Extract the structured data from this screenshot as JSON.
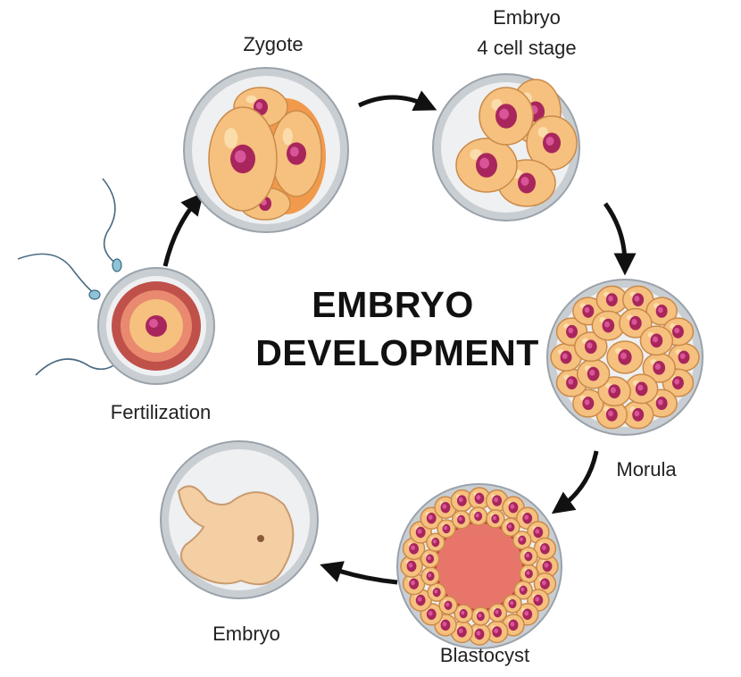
{
  "title": {
    "line1": "EMBRYO",
    "line2": "DEVELOPMENT"
  },
  "stages": [
    {
      "label": "Fertilization"
    },
    {
      "label": "Zygote"
    },
    {
      "label": "Embryo",
      "sublabel": "4 cell stage"
    },
    {
      "label": "Morula"
    },
    {
      "label": "Blastocyst"
    },
    {
      "label": "Embryo"
    }
  ],
  "colors": {
    "shell": "#c9ced3",
    "shell_inner": "#eef0f2",
    "cell": "#f6c07e",
    "cell_light": "#fbdcab",
    "nucleus": "#a8265c",
    "nucleus_light": "#d9559a",
    "cavity": "#e8756a",
    "arrow": "#111111",
    "fetus": "#f3cfa3"
  }
}
